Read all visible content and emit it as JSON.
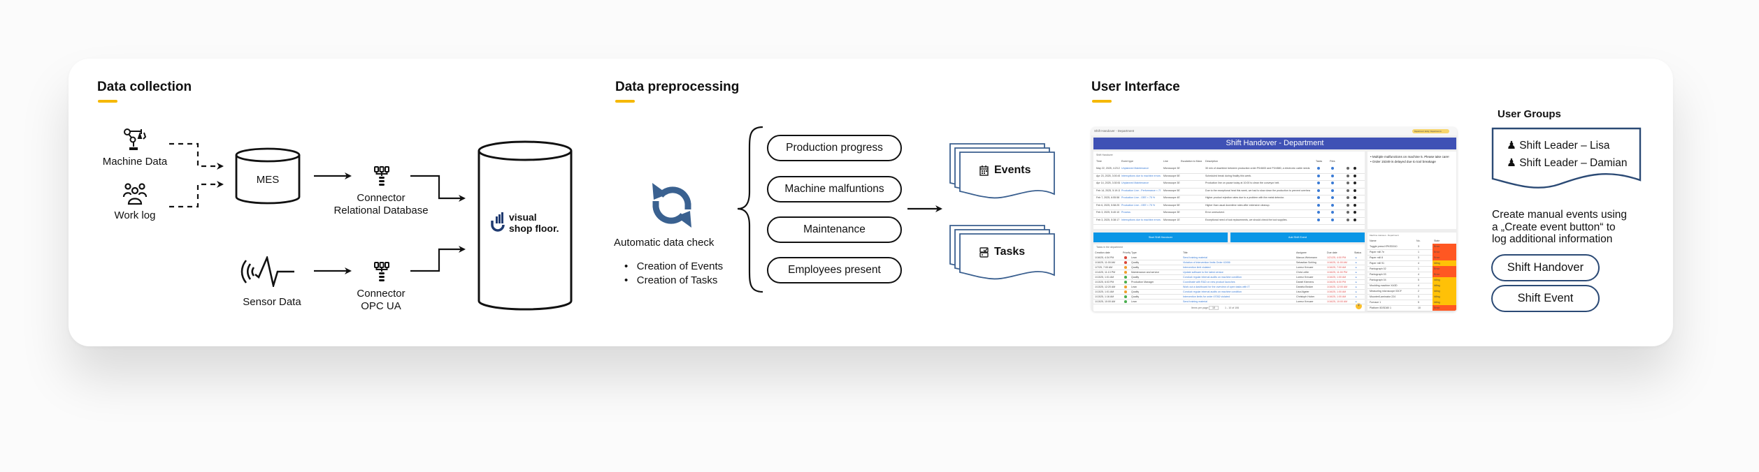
{
  "sections": {
    "collection": {
      "title": "Data collection"
    },
    "preprocessing": {
      "title": "Data preprocessing"
    },
    "ui": {
      "title": "User Interface"
    }
  },
  "accent_color": "#f5b800",
  "collection": {
    "machine_data": "Machine Data",
    "work_log": "Work log",
    "mes": "MES",
    "connector1": {
      "line1": "Connector",
      "line2": "Relational Database"
    },
    "sensor_data": "Sensor Data",
    "connector2": {
      "line1": "Connector",
      "line2": "OPC UA"
    },
    "logo": {
      "line1": "visual",
      "line2": "shop floor."
    }
  },
  "preprocessing": {
    "check_label": "Automatic data check",
    "bullets": [
      "Creation of Events",
      "Creation of Tasks"
    ],
    "categories": [
      "Production progress",
      "Machine malfuntions",
      "Maintenance",
      "Employees present"
    ],
    "outputs": {
      "events": "Events",
      "tasks": "Tasks"
    },
    "icon_color": "#3a6190"
  },
  "ui": {
    "user_groups_title": "User Groups",
    "user_groups": [
      "Shift Leader – Lisa",
      "Shift Leader – Damian"
    ],
    "manual_events_text": [
      "Create manual events using",
      "a „Create event button“ to",
      "log additional information"
    ],
    "buttons": [
      "Shift Handover",
      "Shift Event"
    ]
  },
  "mini": {
    "window_title": "Shift Handover - Department",
    "badge": "Department: Entity: Department A",
    "header": "Shift Handover - Department",
    "header_color": "#3f51b5",
    "button_color": "#0a96e6",
    "handover": {
      "title": "Shift Handover",
      "columns": [
        "Time",
        "Event type",
        "Line",
        "Escalation to Management",
        "Description",
        "Tasks",
        "Files"
      ],
      "rows": [
        [
          "May 22, 2025, 4:23:21 PM",
          "Unplanned Maintenance",
          "Microscope 3E, #1",
          "30 min of downtime between production order P0/4600 and P0/4580, a electronic cable needs to be replaced."
        ],
        [
          "Apr 23, 2025, 3:00:45 PM",
          "Interruptions due to machine errors / waiting time",
          "Microscope 5E, #1",
          "Scheduled break during finality this week."
        ],
        [
          "Apr 14, 2025, 3:30:51 PM",
          "Unplanned Maintenance",
          "Microscope 3E, #1",
          "Production line on pause today at 10:00 to clean the conveyor belt."
        ],
        [
          "Feb 14, 2025, 5:19:11 PM",
          "Production Line - Performance < 75 %",
          "Microscope 5E, #1",
          "Due to the exceptional heat this week, we had to slow down the production to prevent overheating of the machines."
        ],
        [
          "Feb 7, 2025, 6:55:58 AM",
          "Production Line - OEE < 75 %",
          "Microscope 4E, #1",
          "Higher product rejection rates due to a problem with the metal detector."
        ],
        [
          "Feb 6, 2025, 5:58:25 PM",
          "Production Line - OEE < 75 %",
          "Microscope 5E, #1",
          "Higher than usual downtime rates after extensive cleanup."
        ],
        [
          "Feb 3, 2025, 5:40:10 AM",
          "Process",
          "Microscope 3E, #1",
          "Error unresolved."
        ],
        [
          "Feb 3, 2025, 5:38:17 AM",
          "Interruptions due to machine errors / waiting time",
          "Microscope 1E, #1",
          "Exceptional need of tool replacements, we should check the tool supplies."
        ]
      ]
    },
    "notes": [
      "Multiple malfunctions on machine 5. Please take care!",
      "Order 15349 is delayed due to tool breakage"
    ],
    "start_button": "Start Shift Handover",
    "add_button": "Add Shift Event",
    "tasks": {
      "title": "Tasks in the department",
      "columns": [
        "Creation date",
        "Priority",
        "Type",
        "Title",
        "Assignee",
        "Due date",
        "Status"
      ],
      "rows": [
        [
          "1/16/25, 4:34 PM",
          "#d9473a",
          "Lean",
          "Send training material",
          "Marcus Weinmann",
          "1/21/25, 4:00 PM"
        ],
        [
          "1/16/25, 11:00 AM",
          "#d9473a",
          "Quality",
          "Violation of intervention limits Order 42456",
          "Sebastian Schling",
          "1/16/25, 11:00 AM"
        ],
        [
          "1/7/25, 7:00 AM",
          "#f0a030",
          "Quality",
          "Intervention limit violated",
          "Lorenz Kreuzer",
          "1/16/25, 7:00 AM"
        ],
        [
          "1/14/25, 11:13 PM",
          "#f0a030",
          "Maintenance and service",
          "Update software to the latest version",
          "Chris Leitle",
          "1/16/25, 11:00 PM"
        ],
        [
          "1/13/25, 1:01 AM",
          "#4caf50",
          "Quality",
          "Conduct regular internal audits on machine condition",
          "Lorenz Kreuzer",
          "1/16/25, 1:00 AM"
        ],
        [
          "1/13/25, 6:03 PM",
          "#4caf50",
          "Production Manager",
          "Coordinate with R&D on new product launches",
          "Daniel Klemens",
          "1/16/25, 6:00 PM"
        ],
        [
          "1/13/25, 12:20 AM",
          "#f0a030",
          "Lean",
          "Work out a dashboard for the overview of open tasks with IT",
          "Daniela Becker",
          "1/16/25, 12:00 AM"
        ],
        [
          "1/13/25, 1:01 AM",
          "#f0a030",
          "Quality",
          "Conduct regular internal audits on machine condition",
          "Lisa Algeier",
          "1/16/25, 1:00 AM"
        ],
        [
          "1/13/25, 1:16 AM",
          "#4caf50",
          "Quality",
          "Intervention limits for order 47052 violated",
          "Christoph Huber",
          "1/16/25, 1:00 AM"
        ],
        [
          "1/13/25, 10:00 AM",
          "#4caf50",
          "Lean",
          "Send training material",
          "Lorenz Kreuzer",
          "1/16/25, 10:00 AM"
        ]
      ],
      "items_per_page_label": "Items per page:",
      "items_per_page": "10",
      "range": "1 - 10 of 106"
    },
    "machines": {
      "title": "Machine statuses - Department",
      "columns": [
        "Name",
        "No.",
        "State"
      ],
      "state_colors": {
        "Error": "#ff5722",
        "Idling": "#ffc107"
      },
      "rows": [
        [
          "Toggle press KPKED010",
          "3",
          "Error"
        ],
        [
          "Paper mill 7e",
          "1",
          "Error"
        ],
        [
          "Paper mill 8",
          "3",
          "Error"
        ],
        [
          "Paper mill 91",
          "4",
          "Idling"
        ],
        [
          "Pantograph 02",
          "1",
          "Error"
        ],
        [
          "Pantograph 03",
          "4",
          "Error"
        ],
        [
          "Pantograph 04",
          "5",
          "Idling"
        ],
        [
          "Moulding machine XA3D",
          "4",
          "Idling"
        ],
        [
          "Measuring microscope 03CF",
          "2",
          "Idling"
        ],
        [
          "Mounter/Laminator 224",
          "3",
          "Idling"
        ],
        [
          "Furnace 1",
          "5",
          "Idling"
        ],
        [
          "Platform 5DSD80 1",
          "10",
          "Error"
        ]
      ]
    }
  }
}
